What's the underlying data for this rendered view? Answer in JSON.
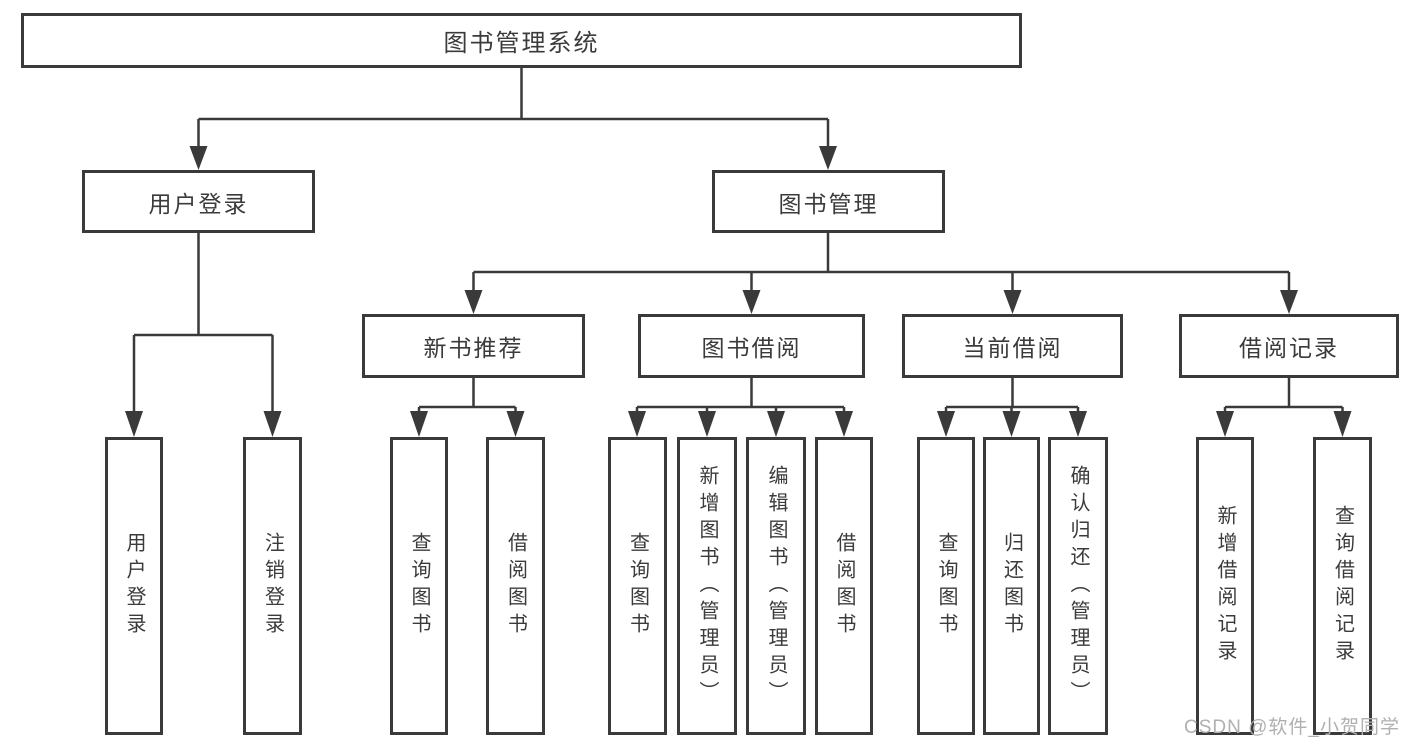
{
  "colors": {
    "line": "#3a3a3a",
    "text": "#3b3b3b",
    "background": "#ffffff",
    "watermark": "#b0b0b0"
  },
  "watermark": {
    "text": "CSDN @软件_小贺同学"
  },
  "tree": {
    "root": {
      "label": "图书管理系统"
    },
    "branches": [
      {
        "label": "用户登录",
        "children": [
          {
            "label": "用户登录"
          },
          {
            "label": "注销登录"
          }
        ]
      },
      {
        "label": "图书管理",
        "children": [
          {
            "label": "新书推荐",
            "children": [
              {
                "label": "查询图书"
              },
              {
                "label": "借阅图书"
              }
            ]
          },
          {
            "label": "图书借阅",
            "children": [
              {
                "label": "查询图书"
              },
              {
                "label": "新增图书（管理员）"
              },
              {
                "label": "编辑图书（管理员）"
              },
              {
                "label": "借阅图书"
              }
            ]
          },
          {
            "label": "当前借阅",
            "children": [
              {
                "label": "查询图书"
              },
              {
                "label": "归还图书"
              },
              {
                "label": "确认归还（管理员）"
              }
            ]
          },
          {
            "label": "借阅记录",
            "children": [
              {
                "label": "新增借阅记录"
              },
              {
                "label": "查询借阅记录"
              }
            ]
          }
        ]
      }
    ]
  }
}
